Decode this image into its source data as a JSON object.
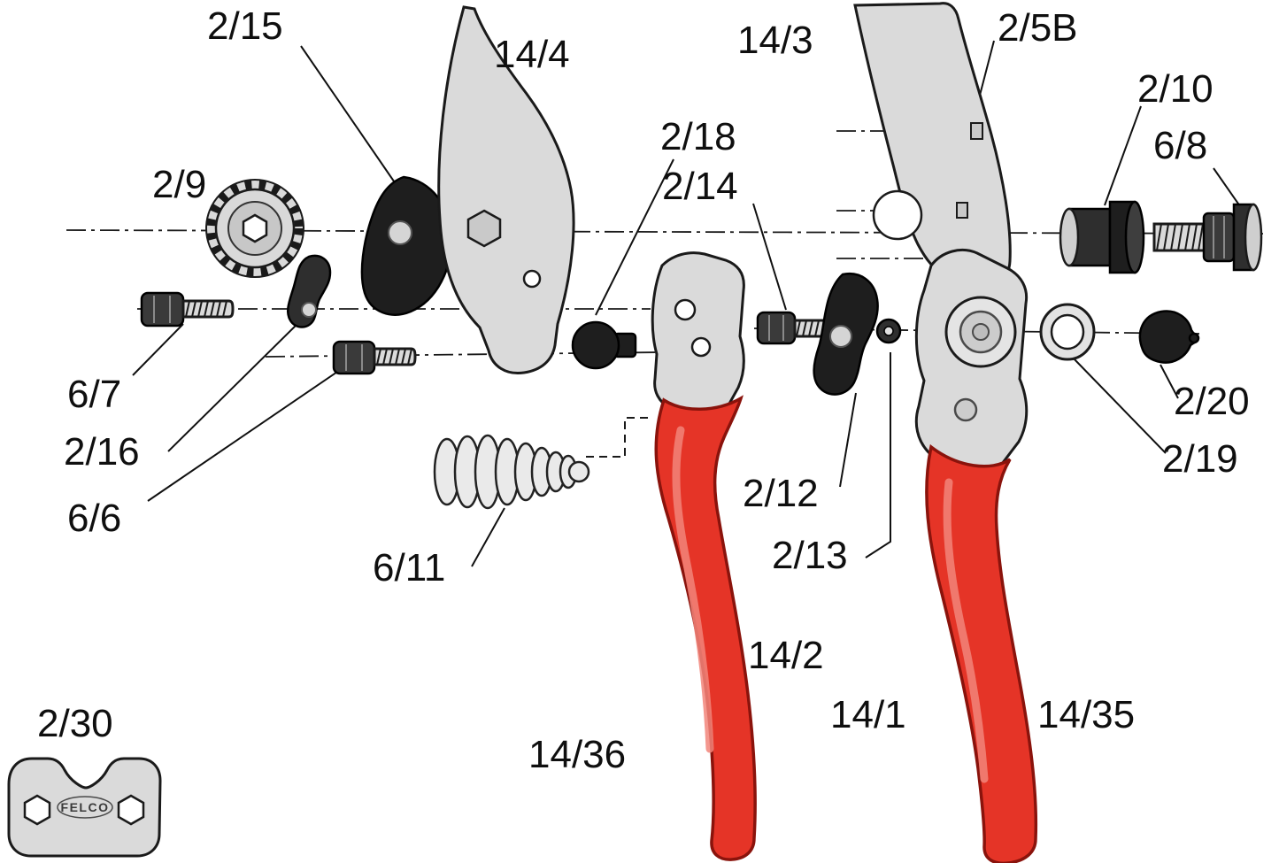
{
  "diagram": {
    "brand": "FELCO",
    "labels": {
      "l2_15": "2/15",
      "l14_4": "14/4",
      "l14_3": "14/3",
      "l2_5B": "2/5B",
      "l2_10": "2/10",
      "l6_8": "6/8",
      "l2_18": "2/18",
      "l2_14": "2/14",
      "l2_9": "2/9",
      "l6_7": "6/7",
      "l2_16": "2/16",
      "l6_6": "6/6",
      "l6_11": "6/11",
      "l2_12": "2/12",
      "l2_13": "2/13",
      "l2_20": "2/20",
      "l2_19": "2/19",
      "l14_2": "14/2",
      "l14_1": "14/1",
      "l14_35": "14/35",
      "l14_36": "14/36",
      "l2_30": "2/30"
    }
  },
  "colors": {
    "handle_red": "#e53427",
    "metal_gray": "#dadada",
    "part_black": "#1e1e1e",
    "outline": "#1a1a1a",
    "background": "#ffffff"
  }
}
